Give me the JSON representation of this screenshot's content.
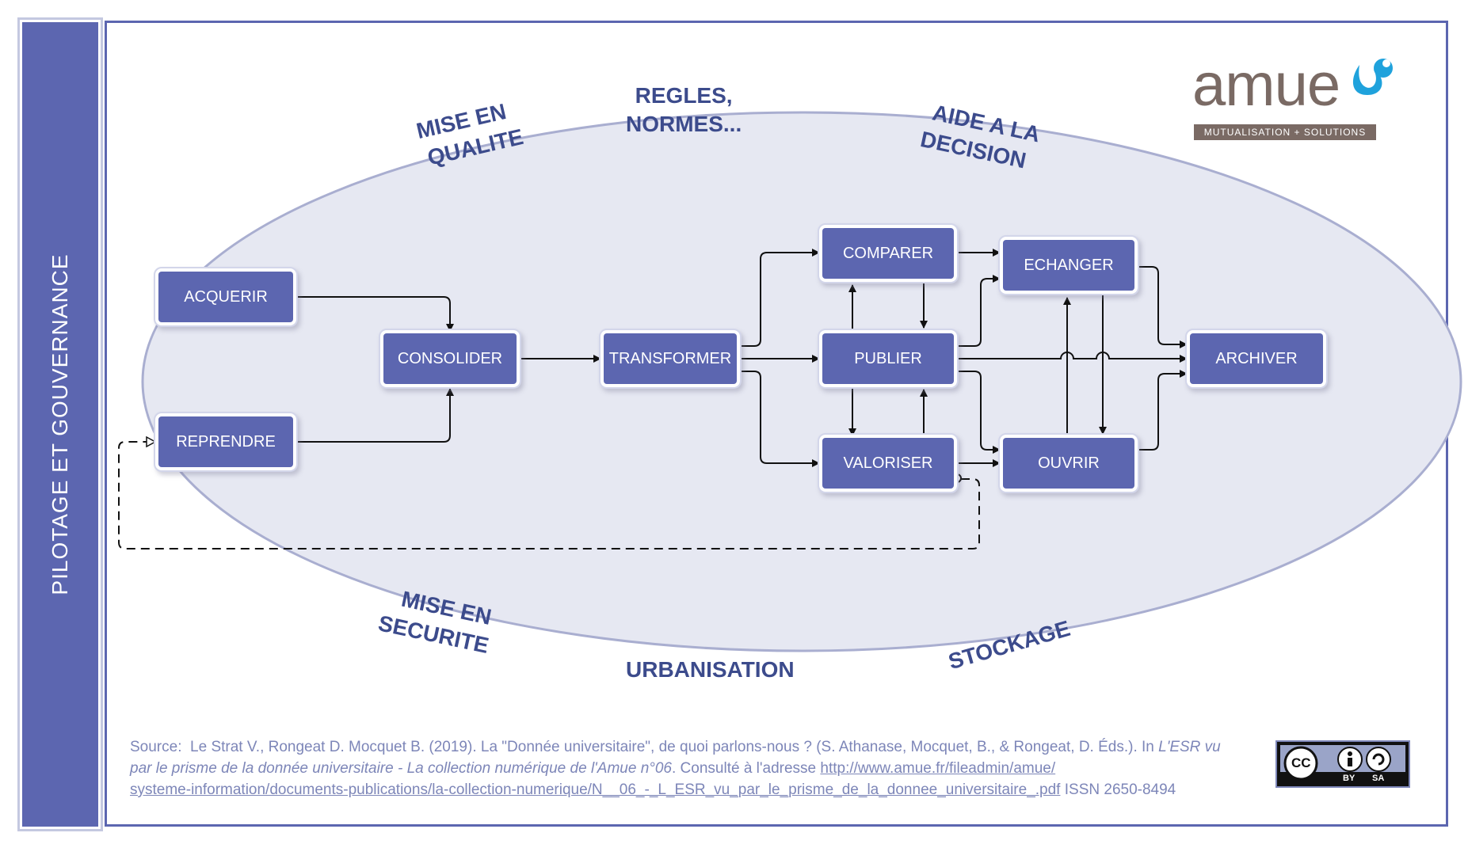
{
  "sidebar": {
    "label": "PILOTAGE ET GOUVERNANCE"
  },
  "logo": {
    "word": "amue",
    "tagline": "MUTUALISATION + SOLUTIONS"
  },
  "diagram": {
    "nodes": {
      "acquerir": "ACQUERIR",
      "reprendre": "REPRENDRE",
      "consolider": "CONSOLIDER",
      "transformer": "TRANSFORMER",
      "comparer": "COMPARER",
      "publier": "PUBLIER",
      "valoriser": "VALORISER",
      "echanger": "ECHANGER",
      "ouvrir": "OUVRIR",
      "archiver": "ARCHIVER"
    },
    "labels": {
      "mise_en_qualite": [
        "MISE EN",
        "QUALITE"
      ],
      "regles_normes": [
        "REGLES,",
        "NORMES..."
      ],
      "aide_decision": [
        "AIDE A LA",
        "DECISION"
      ],
      "mise_en_securite": [
        "MISE EN",
        "SECURITE"
      ],
      "urbanisation": "URBANISATION",
      "stockage": "STOCKAGE"
    },
    "colors": {
      "node": "#5c66b0",
      "label": "#3c4b8c",
      "ellipse_fill": "#e6e8f2",
      "ellipse_stroke": "#a9aed0"
    }
  },
  "source": {
    "lead": "Source:",
    "citation": "Le Strat V., Rongeat D. Mocquet B. (2019). La \"Donnée universitaire\", de quoi parlons-nous ? (S. Athanase, Mocquet, B., & Rongeat, D. Éds.). In",
    "italic": "L'ESR vu par le prisme de la donnée universitaire - La collection numérique de l'Amue n°06",
    "consulted": ". Consulté à l'adresse",
    "url_1": "http://www.amue.fr/fileadmin/amue/",
    "url_2": "systeme-information/documents-publications/la-collection-numerique/N__06_-_L_ESR_vu_par_le_prisme_de_la_donnee_universitaire_.pdf",
    "issn": "ISSN 2650-8494"
  },
  "license": {
    "cc": "CC",
    "by": "BY",
    "sa": "SA"
  }
}
